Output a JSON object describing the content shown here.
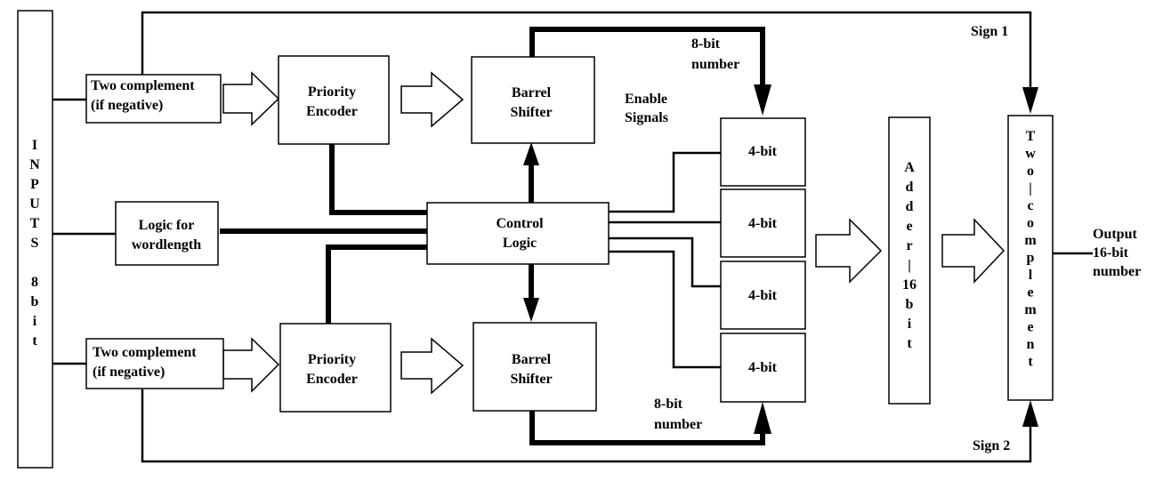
{
  "inputs_block": {
    "lines": [
      "I",
      "N",
      "P",
      "U",
      "T",
      "S",
      "",
      "8",
      "b",
      "i",
      "t"
    ]
  },
  "top_twos_complement": {
    "line1": "Two complement",
    "line2": "(if negative)"
  },
  "bottom_twos_complement": {
    "line1": "Two complement",
    "line2": "(if negative)"
  },
  "logic_wordlength": {
    "line1": "Logic for",
    "line2": "wordlength"
  },
  "top_priority_encoder": {
    "line1": "Priority",
    "line2": "Encoder"
  },
  "bottom_priority_encoder": {
    "line1": "Priority",
    "line2": "Encoder"
  },
  "top_barrel_shifter": {
    "line1": "Barrel",
    "line2": "Shifter"
  },
  "bottom_barrel_shifter": {
    "line1": "Barrel",
    "line2": "Shifter"
  },
  "control_logic": {
    "line1": "Control",
    "line2": "Logic"
  },
  "enable_signals": {
    "line1": "Enable",
    "line2": "Signals"
  },
  "top_number_label": {
    "line1": "8-bit",
    "line2": "number"
  },
  "bottom_number_label": {
    "line1": "8-bit",
    "line2": "number"
  },
  "four_bit_blocks": [
    "4-bit",
    "4-bit",
    "4-bit",
    "4-bit"
  ],
  "adder_block": {
    "lines": [
      "A",
      "d",
      "d",
      "e",
      "r",
      "|",
      "16",
      "b",
      "i",
      "t"
    ]
  },
  "output_twos_complement": {
    "lines": [
      "T",
      "w",
      "o",
      "|",
      "c",
      "o",
      "m",
      "p",
      "l",
      "e",
      "m",
      "e",
      "n",
      "t"
    ]
  },
  "sign1_label": "Sign 1",
  "sign2_label": "Sign 2",
  "output_label": {
    "line1": "Output",
    "line2": "16-bit",
    "line3": "number"
  }
}
